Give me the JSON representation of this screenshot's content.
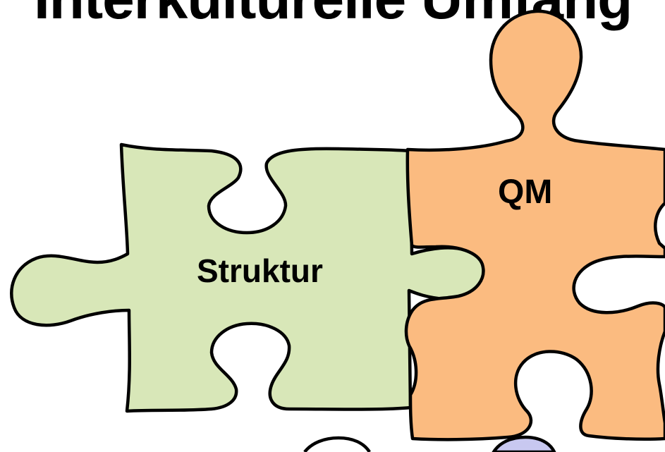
{
  "slide": {
    "title": "Interkulturelle Umfang"
  },
  "pieces": {
    "struktur": {
      "label": "Struktur",
      "color": "#d8e7b8"
    },
    "qm": {
      "label": "QM",
      "color": "#fbbb80"
    },
    "partial_blue": {
      "color": "#c8c8f0"
    }
  },
  "colors": {
    "outline": "#000000",
    "background": "#ffffff"
  }
}
